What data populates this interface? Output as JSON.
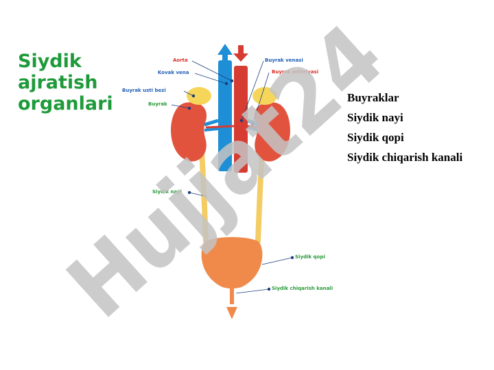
{
  "title": [
    "Siydik",
    "ajratish",
    "organlari"
  ],
  "organ_list": [
    "Buyraklar",
    "Siydik nayi",
    "Siydik qopi",
    "Siydik chiqarish kanali"
  ],
  "diagram_labels": {
    "aorta": "Aorta",
    "kovak_vena": "Kovak vena",
    "buyrak_usti_bezi": "Buyrak usti bezi",
    "buyrak": "Buyrak",
    "buyrak_venasi": "Buyrak venasi",
    "buyrak_arteriyasi": "Buyrak arteriyasi",
    "siydik_nayi": "Siydik nayi",
    "siydik_qopi": "Siydik qopi",
    "siydik_chiqarish_kanali": "Siydik chiqarish kanali"
  },
  "watermark": "Hujjat24",
  "colors": {
    "title_green": "#1e9a3a",
    "label_red": "#d9302a",
    "label_blue": "#1f5fb8",
    "label_green": "#2a9a3a",
    "kidney": "#e2533e",
    "adrenal": "#f6d65a",
    "ureter": "#f3cc63",
    "bladder": "#f08a4b",
    "vena": "#1e8fd6",
    "aorta": "#d63c32",
    "watermark_gray": "#c4c4c4",
    "watermark_lilac": "#ccc2ee"
  }
}
